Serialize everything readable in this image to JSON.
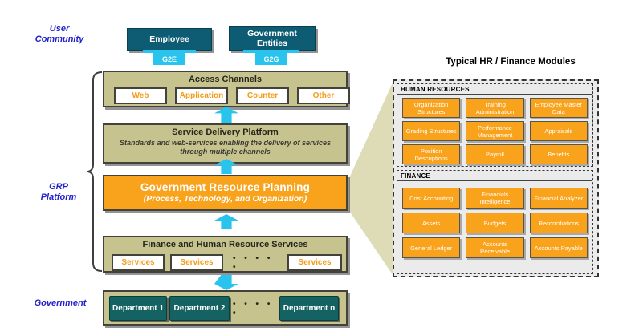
{
  "colors": {
    "blue": "#2222cc",
    "teal": "#0d5c74",
    "cyan": "#29c4ee",
    "olive": "#c6c38f",
    "orange": "#f9a21b",
    "dept_teal": "#156262",
    "beam": "#dedcb7",
    "panel_bg": "#ebebeb",
    "accent_text_orange": "#f29d18"
  },
  "left_labels": {
    "user_community": "User Community",
    "grp_platform": "GRP Platform",
    "government": "Government"
  },
  "user_community": {
    "boxes": [
      {
        "label": "Employee",
        "connector": "G2E"
      },
      {
        "label": "Government Entities",
        "connector": "G2G"
      }
    ]
  },
  "access_channels": {
    "title": "Access Channels",
    "items": [
      "Web",
      "Application",
      "Counter",
      "Other"
    ]
  },
  "service_delivery": {
    "title": "Service Delivery Platform",
    "subtitle": "Standards and web-services enabling the delivery of services through multiple channels"
  },
  "grp": {
    "title": "Government Resource Planning",
    "subtitle": "(Process, Technology, and Organization)"
  },
  "finance_hr_services": {
    "title": "Finance and Human Resource Services",
    "items": [
      "Services",
      "Services",
      "• • • • •",
      "Services"
    ]
  },
  "government_row": {
    "items": [
      "Department 1",
      "Department 2",
      "• • • • •",
      "Department n"
    ]
  },
  "modules_panel": {
    "title": "Typical HR / Finance Modules",
    "sections": [
      {
        "header": "HUMAN RESOURCES",
        "modules": [
          "Organization Structures",
          "Training Administration",
          "Employee Master Data",
          "Grading Structures",
          "Performance Management",
          "Appraisals",
          "Position Descriptions",
          "Payroll",
          "Benefits"
        ]
      },
      {
        "header": "FINANCE",
        "modules": [
          "Cost Accounting",
          "Financials Intelligence",
          "Financial Analyzer",
          "Assets",
          "Budgets",
          "Reconciliations",
          "General Ledger",
          "Accounts Receivable",
          "Accounts Payable"
        ]
      }
    ]
  }
}
